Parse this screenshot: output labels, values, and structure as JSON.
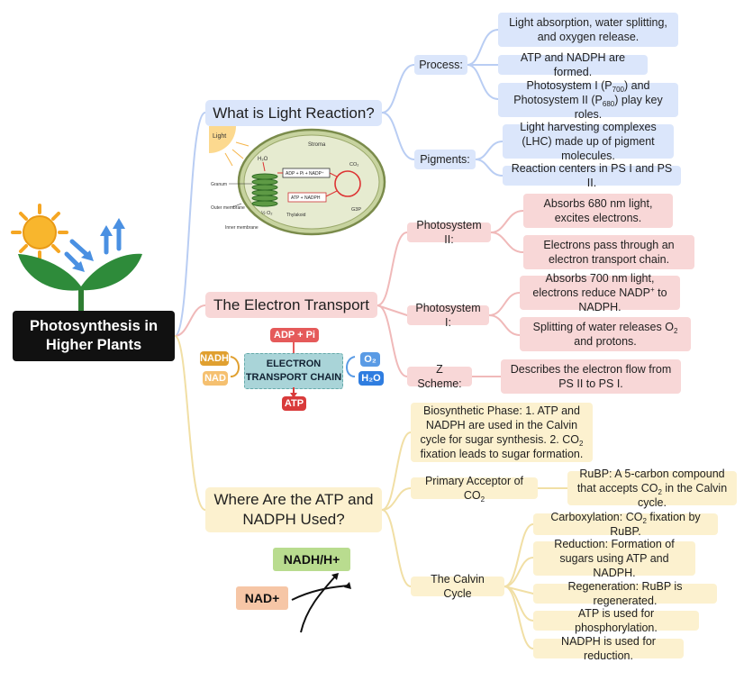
{
  "root": {
    "line1": "Photosynthesis in",
    "line2": "Higher Plants"
  },
  "branches": {
    "light": {
      "title": "What is Light Reaction?",
      "process_label": "Process:",
      "process_items": [
        "Light absorption, water splitting, and oxygen release.",
        "ATP and NADPH are formed."
      ],
      "ps_item": {
        "line1_a": "Photosystem I (P",
        "line1_sub": "700",
        "line1_b": ") and",
        "line2_a": "Photosystem II (P",
        "line2_sub": "680",
        "line2_b": ") play key roles."
      },
      "pigments_label": "Pigments:",
      "pigments_items": [
        "Light harvesting complexes (LHC) made up of pigment molecules.",
        "Reaction centers in PS I and PS II."
      ]
    },
    "electron": {
      "title": "The Electron Transport",
      "ps2_label": "Photosystem II:",
      "ps2_items": [
        "Absorbs 680 nm light, excites electrons.",
        "Electrons pass through an electron transport chain."
      ],
      "ps1_label": "Photosystem I:",
      "ps1_item1": {
        "a": "Absorbs 700 nm light, electrons reduce NADP",
        "sup": "+",
        "b": " to NADPH."
      },
      "ps1_item2": {
        "a": "Splitting of water releases O",
        "sub": "2",
        "b": " and protons."
      },
      "z_label": "Z Scheme:",
      "z_item": "Describes the electron flow from PS II to PS I."
    },
    "atp": {
      "title": "Where Are the ATP and NADPH Used?",
      "biosynthetic": {
        "a": "Biosynthetic Phase: 1. ATP and NADPH are used in the Calvin cycle for sugar synthesis. 2. CO",
        "sub": "2",
        "b": " fixation leads to sugar formation."
      },
      "primary_label": {
        "a": "Primary Acceptor of CO",
        "sub": "2"
      },
      "rubp": {
        "a": "RuBP: A 5-carbon compound that accepts CO",
        "sub": "2",
        "b": " in the Calvin cycle."
      },
      "calvin_label": "The Calvin Cycle",
      "carboxylation": {
        "a": "Carboxylation: CO",
        "sub": "2",
        "b": " fixation by RuBP."
      },
      "calvin_items": [
        "Reduction: Formation of sugars using ATP and NADPH.",
        "Regeneration: RuBP is regenerated.",
        "ATP is used for phosphorylation.",
        "NADPH is used for reduction."
      ]
    }
  },
  "chloroplast": {
    "light": "Light",
    "stroma": "Stroma",
    "h2o": "H₂O",
    "adp": "ADP + Pi + NADP⁺",
    "co2": "CO₂",
    "granum": "Granum",
    "outer": "Outer membrane",
    "atp_nadph": "ATP + NADPH",
    "o2": "½ O₂",
    "thylakoid": "Thylakoid",
    "g3p": "G3P",
    "inner": "Inner membrane"
  },
  "etc": {
    "adp_pi": "ADP + Pi",
    "nadh": "NADH",
    "nad": "NAD",
    "chain_line1": "ELECTRON",
    "chain_line2": "TRANSPORT CHAIN",
    "o2": "O₂",
    "h2o": "H₂O",
    "atp": "ATP"
  },
  "nadh_graphic": {
    "nadh_h": "NADH/H+",
    "nad_plus": "NAD+"
  },
  "colors": {
    "blue_box": "#dbe6fb",
    "blue_line": "#b9cdf3",
    "red_box": "#f8d7d7",
    "red_line": "#f0b9b9",
    "yellow_box": "#fcf1cf",
    "yellow_line": "#f1dfa5",
    "root": "#111111"
  }
}
